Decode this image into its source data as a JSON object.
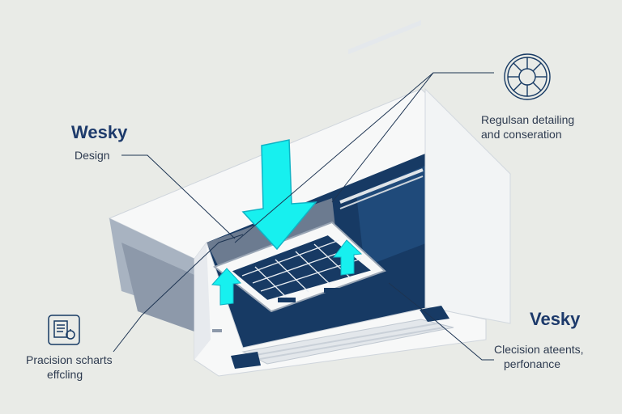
{
  "labels": {
    "brand_left": "Wesky",
    "design": "Design",
    "top_right_line1": "Regulsan detailing",
    "top_right_line2": "and conseration",
    "bottom_left_line1": "Pracision scharts",
    "bottom_left_line2": "effcling",
    "brand_right": "Vesky",
    "bottom_right_line1": "Clecision ateents,",
    "bottom_right_line2": "perfonance"
  },
  "icons": {
    "top_right": "ventilation-fan-icon",
    "bottom_left": "document-settings-icon"
  },
  "colors": {
    "background": "#e9ebe7",
    "navy": "#173a64",
    "accent_cyan": "#17f0ef",
    "unit_white": "#f7f8f8",
    "unit_grey": "#9aa6b5"
  }
}
